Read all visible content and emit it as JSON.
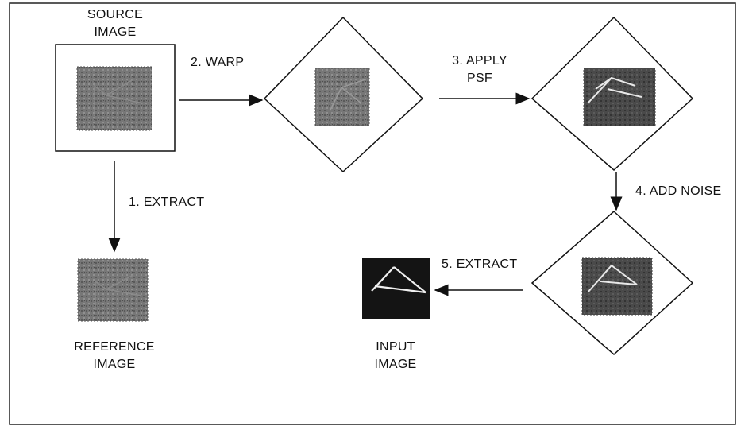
{
  "diagram": {
    "source_label": [
      "SOURCE",
      "IMAGE"
    ],
    "reference_label": [
      "REFERENCE",
      "IMAGE"
    ],
    "input_label": [
      "INPUT",
      "IMAGE"
    ],
    "steps": {
      "extract1": "1. EXTRACT",
      "warp": "2. WARP",
      "apply_psf": [
        "3. APPLY",
        "PSF"
      ],
      "add_noise": "4. ADD NOISE",
      "extract5": "5. EXTRACT"
    }
  },
  "colors": {
    "line": "#111111",
    "tile_dark": "#6a6a6a",
    "tile_darker": "#3a3a3a",
    "tile_black": "#111111"
  }
}
